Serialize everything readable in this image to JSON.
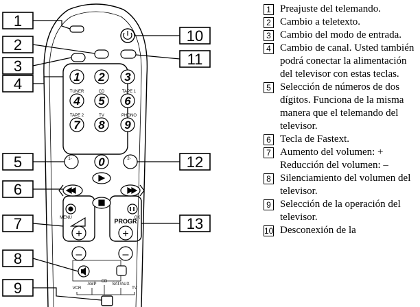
{
  "figure": {
    "callouts": [
      "1",
      "2",
      "3",
      "4",
      "5",
      "6",
      "7",
      "8",
      "9",
      "10",
      "11",
      "12",
      "13"
    ],
    "remote_labels": {
      "tuner": "TUNER",
      "cd": "CD",
      "tape1": "TAPE 1",
      "tape2": "TAPE 2",
      "tv": "TV",
      "phono": "PHONO",
      "menu": "MENU",
      "ok": "OK",
      "progr": "PROGR",
      "sel_amp": "AMP",
      "sel_cd": "CD",
      "sel_sataux": "SAT/AUX",
      "sel_vcr": "VCR",
      "sel_tv": "TV"
    },
    "keys": [
      "1",
      "2",
      "3",
      "4",
      "5",
      "6",
      "7",
      "8",
      "9",
      "0",
      "1-",
      "2-"
    ],
    "signs": {
      "plus": "+",
      "minus": "–"
    }
  },
  "legend": [
    {
      "num": "1",
      "text": "Preajuste del telemando."
    },
    {
      "num": "2",
      "text": "Cambio a teletexto."
    },
    {
      "num": "3",
      "text": "Cambio del modo de entrada."
    },
    {
      "num": "4",
      "text": "Cambio de canal. Usted también podrá conectar la alimentación del televisor con estas teclas."
    },
    {
      "num": "5",
      "text": "Selección de números de dos dígitos. Funciona de la misma manera que el telemando del televisor."
    },
    {
      "num": "6",
      "text": "Tecla de Fastext."
    },
    {
      "num": "7",
      "text": "Aumento del volumen: + Reducción del volumen: –"
    },
    {
      "num": "8",
      "text": "Silenciamiento del volumen del televisor."
    },
    {
      "num": "9",
      "text": "Selección de la operación del televisor."
    },
    {
      "num": "10",
      "text": "Desconexión de la"
    }
  ]
}
